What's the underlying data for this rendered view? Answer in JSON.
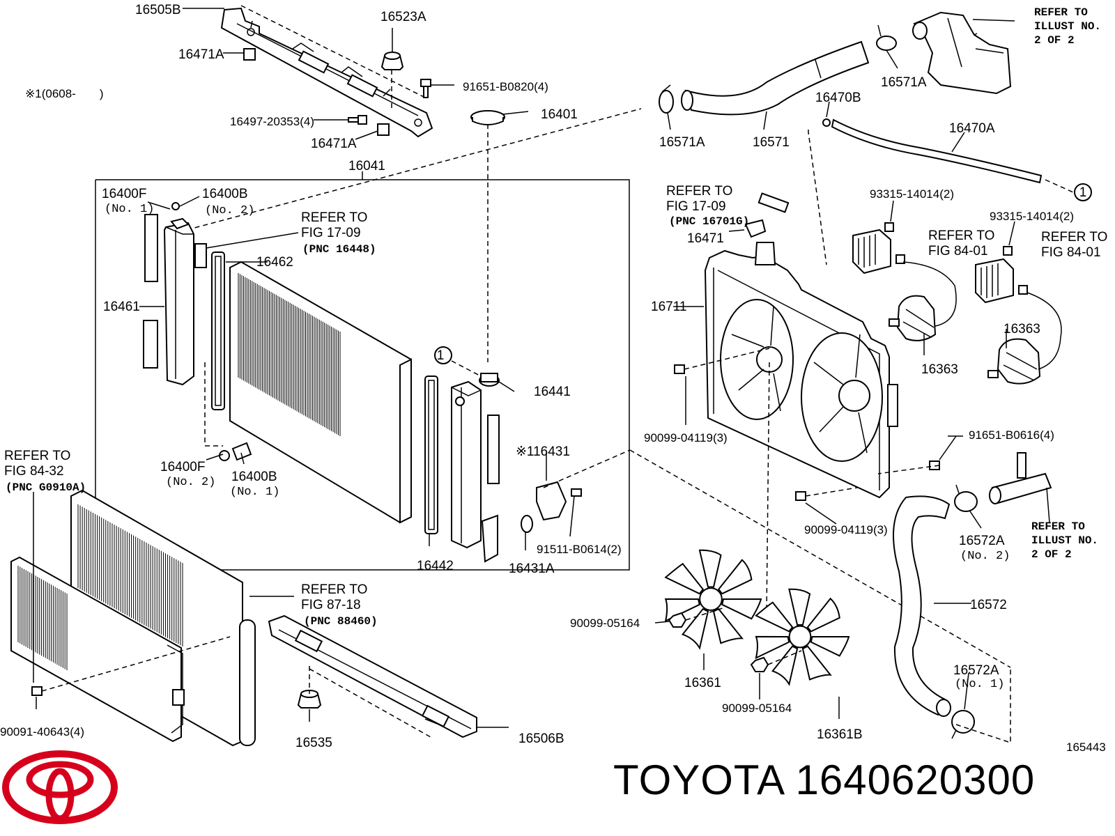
{
  "brand": {
    "title": "TOYOTA 1640620300",
    "logo_color": "#d6001c",
    "line_color": "#000000"
  },
  "figure_id": "165443",
  "note_1": "※1(0608-　　)",
  "circle_ref": "1",
  "labels": {
    "p16505B": "16505B",
    "p16523A": "16523A",
    "p16471A_a": "16471A",
    "p91651_0820": "91651-B0820(4)",
    "p16497": "16497-20353(4)",
    "p16471A_b": "16471A",
    "p16401": "16401",
    "p16041": "16041",
    "p16400F": "16400F",
    "p16400F_no": "(No. 1)",
    "p16400B": "16400B",
    "p16400B_no": "(No. 2)",
    "p16462": "16462",
    "p16461": "16461",
    "p16441": "16441",
    "p116431": "※116431",
    "p16400F2": "16400F",
    "p16400F2_no": "(No. 2)",
    "p16400B2": "16400B",
    "p16400B2_no": "(No. 1)",
    "p91511": "91511-B0614(2)",
    "p16442": "16442",
    "p16431A": "16431A",
    "p16571A_a": "16571A",
    "p16571": "16571",
    "p16571A_b": "16571A",
    "p16470B": "16470B",
    "p16470A": "16470A",
    "p93315_a": "93315-14014(2)",
    "p93315_b": "93315-14014(2)",
    "p16471": "16471",
    "p16711": "16711",
    "p16363_a": "16363",
    "p16363_b": "16363",
    "p90099_04119_a": "90099-04119(3)",
    "p91651_0616": "91651-B0616(4)",
    "p90099_04119_b": "90099-04119(3)",
    "p16572A_a": "16572A",
    "p16572A_a_no": "(No. 2)",
    "p16572": "16572",
    "p16572A_b": "16572A",
    "p16572A_b_no": "(No. 1)",
    "p90099_05164_a": "90099-05164",
    "p90099_05164_b": "90099-05164",
    "p16361": "16361",
    "p16361B": "16361B",
    "p90091": "90091-40643(4)",
    "p16535": "16535",
    "p16506B": "16506B"
  },
  "refer": {
    "fig17_09_a": {
      "l1": "REFER TO",
      "l2": "FIG 17-09",
      "pnc": "(PNC 16448)"
    },
    "fig17_09_b": {
      "l1": "REFER TO",
      "l2": "FIG 17-09",
      "pnc": "(PNC 16701G)"
    },
    "fig84_32": {
      "l1": "REFER TO",
      "l2": "FIG 84-32",
      "pnc": "(PNC G0910A)"
    },
    "fig87_18": {
      "l1": "REFER TO",
      "l2": "FIG 87-18",
      "pnc": "(PNC 88460)"
    },
    "fig84_01_a": {
      "l1": "REFER TO",
      "l2": "FIG 84-01"
    },
    "fig84_01_b": {
      "l1": "REFER TO",
      "l2": "FIG 84-01"
    },
    "illust_top": {
      "l1": "REFER TO",
      "l2": "ILLUST NO.",
      "l3": "2 OF 2"
    },
    "illust_mid": {
      "l1": "REFER TO",
      "l2": "ILLUST NO.",
      "l3": "2 OF 2"
    }
  }
}
